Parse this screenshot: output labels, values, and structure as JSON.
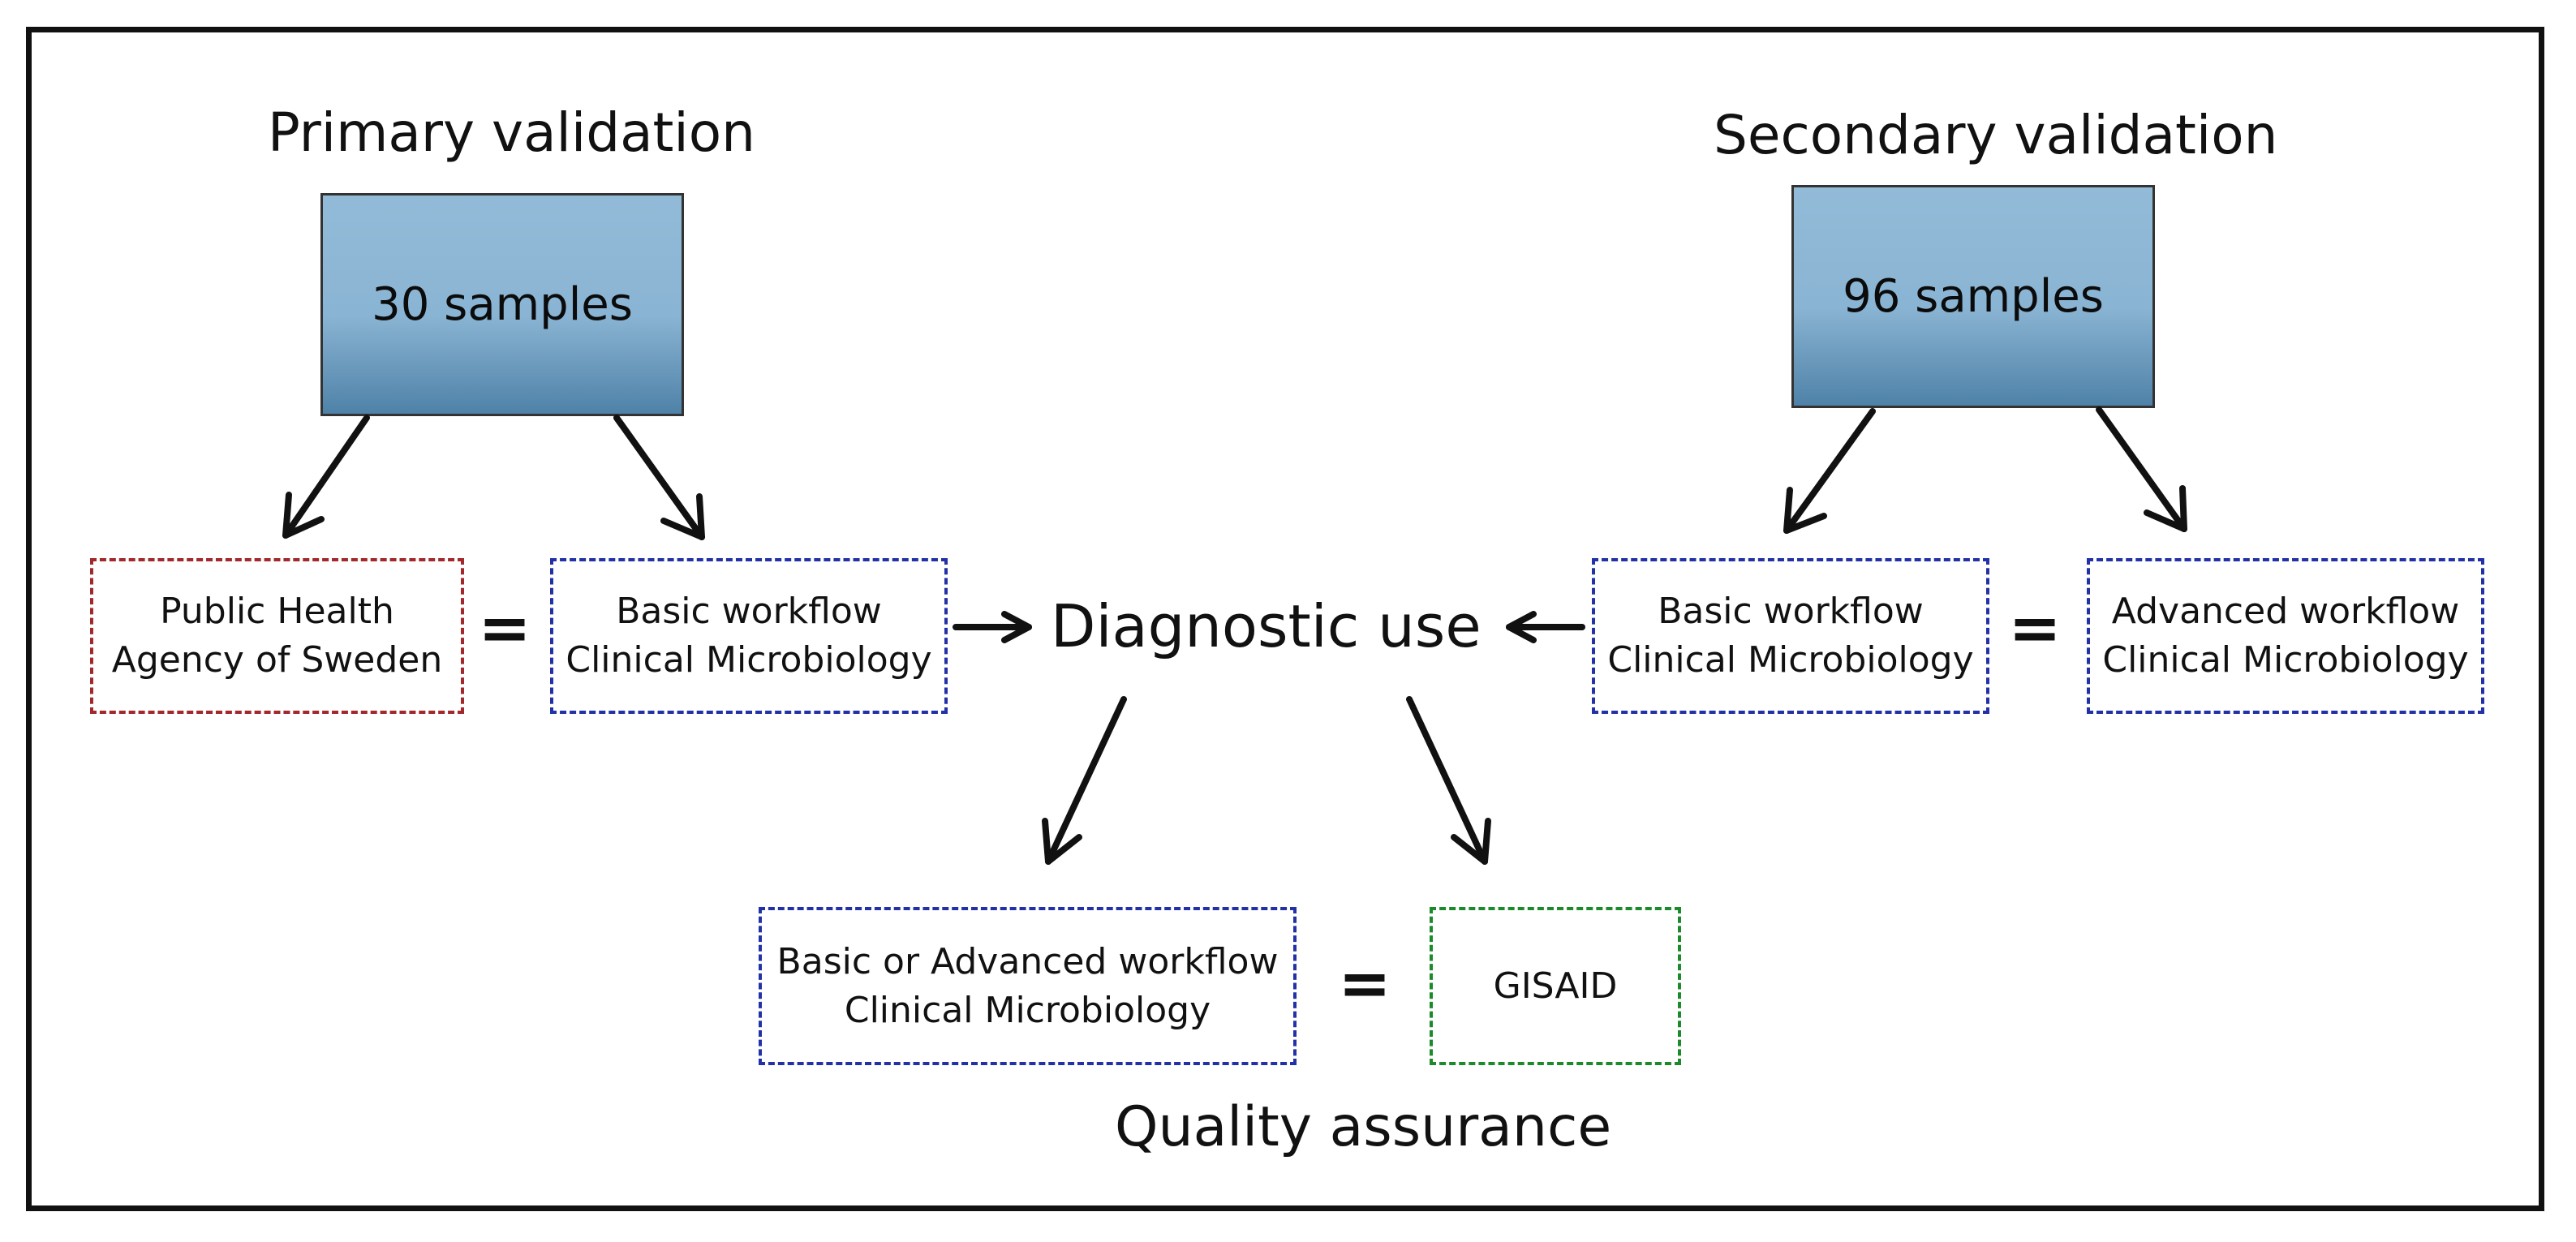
{
  "primary": {
    "heading": "Primary validation",
    "samples": "30 samples",
    "left_box": [
      "Public Health",
      "Agency of Sweden"
    ],
    "right_box": [
      "Basic workflow",
      "Clinical Microbiology"
    ],
    "equals": "="
  },
  "secondary": {
    "heading": "Secondary validation",
    "samples": "96 samples",
    "left_box": [
      "Basic workflow",
      "Clinical Microbiology"
    ],
    "right_box": [
      "Advanced workflow",
      "Clinical Microbiology"
    ],
    "equals": "="
  },
  "diagnostic_use": "Diagnostic use",
  "quality": {
    "left_box": [
      "Basic or Advanced workflow",
      "Clinical Microbiology"
    ],
    "right_box": "GISAID",
    "equals": "=",
    "label": "Quality assurance"
  },
  "colors": {
    "workflow_border": "#2232a6",
    "agency_border": "#a2282b",
    "gisaid_border": "#1c8a2b",
    "sample_box": "#8ab4d3"
  }
}
